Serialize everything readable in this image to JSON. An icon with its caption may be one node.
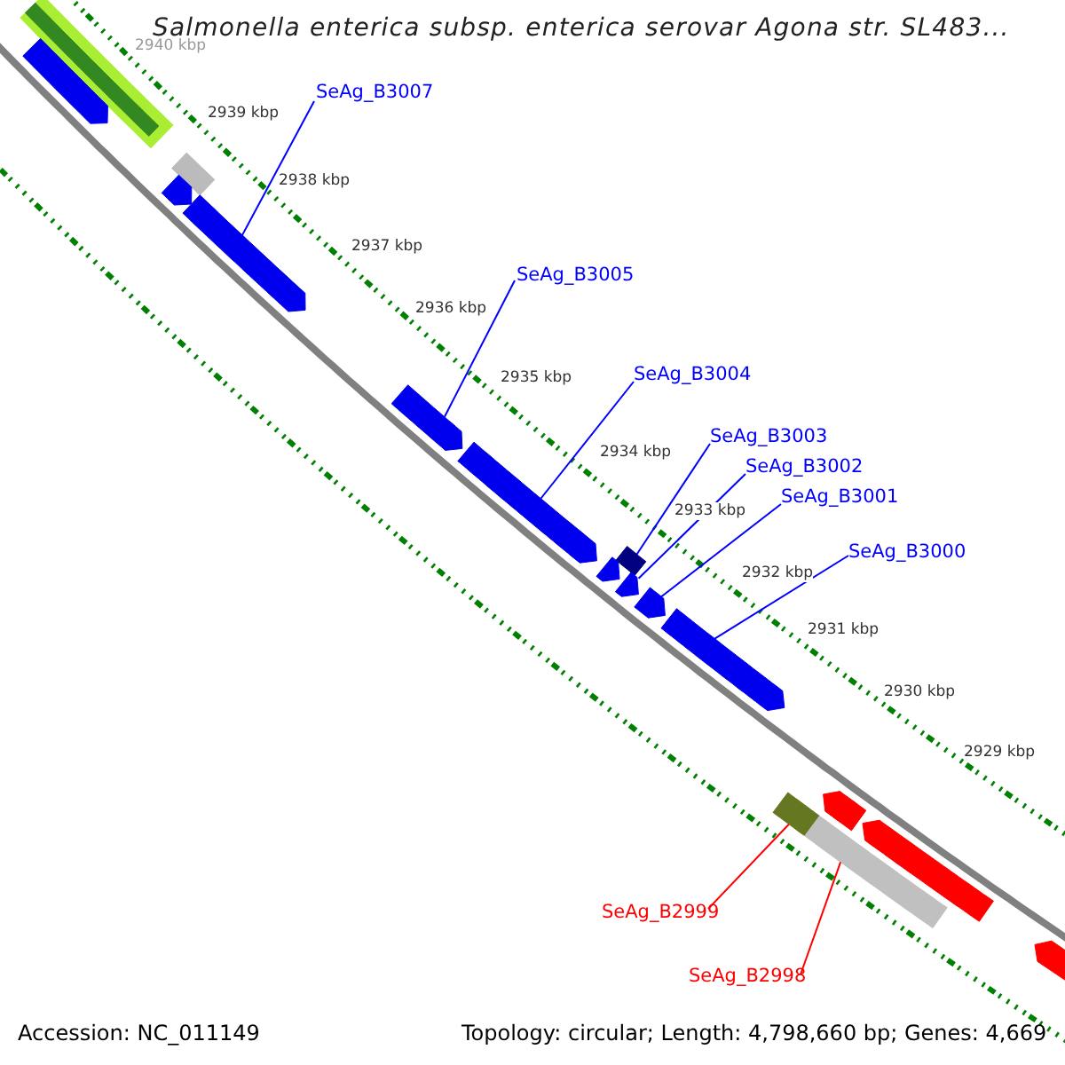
{
  "diagram": {
    "title": "Salmonella enterica subsp. enterica serovar Agona str. SL483...",
    "nodes": [
      {
        "text": [
          "SeAg_B3007"
        ]
      },
      {
        "text": [
          "SeAg_B3005"
        ]
      },
      {
        "text": [
          "SeAg_B3004"
        ]
      },
      {
        "text": [
          "SeAg_B3003"
        ]
      },
      {
        "text": [
          "SeAg_B3002"
        ]
      },
      {
        "text": [
          "SeAg_B3001"
        ]
      },
      {
        "text": [
          "SeAg_B3000"
        ]
      },
      {
        "text": [
          "SeAg_B2999"
        ]
      },
      {
        "text": [
          "SeAg_B2998"
        ]
      },
      {
        "text": [],
        "shape": "bar"
      },
      {
        "text": [],
        "shape": "bar",
        "in": 9
      },
      {
        "text": [],
        "shape": "arrow"
      },
      {
        "text": [],
        "shape": "bar"
      },
      {
        "text": [],
        "shape": "arrow"
      },
      {
        "text": [],
        "shape": "arrow"
      },
      {
        "text": [],
        "shape": "arrow"
      },
      {
        "text": [],
        "shape": "arrow"
      },
      {
        "text": [],
        "shape": "bar"
      },
      {
        "text": [],
        "shape": "arrow"
      },
      {
        "text": [],
        "shape": "arrow"
      },
      {
        "text": [],
        "shape": "arrow"
      },
      {
        "text": [],
        "shape": "arrow"
      },
      {
        "text": [],
        "shape": "arrow"
      },
      {
        "text": [],
        "shape": "bar"
      },
      {
        "text": [],
        "shape": "bar"
      },
      {
        "text": [],
        "shape": "arrow"
      },
      {
        "text": [],
        "shape": "arrow"
      }
    ],
    "edges": [
      {
        "from": 0,
        "to": 14,
        "arrow": "none"
      },
      {
        "from": 1,
        "to": 15,
        "arrow": "none"
      },
      {
        "from": 2,
        "to": 16,
        "arrow": "none"
      },
      {
        "from": 3,
        "to": 17,
        "arrow": "none"
      },
      {
        "from": 4,
        "to": 19,
        "arrow": "none"
      },
      {
        "from": 5,
        "to": 20,
        "arrow": "none"
      },
      {
        "from": 6,
        "to": 21,
        "arrow": "none"
      },
      {
        "from": 7,
        "to": 23,
        "arrow": "none",
        "color": "#ff0000"
      },
      {
        "from": 8,
        "to": 24,
        "arrow": "none",
        "color": "#ff0000"
      }
    ],
    "labels": [
      "2940 kbp",
      "2939 kbp",
      "2938 kbp",
      "2937 kbp",
      "2936 kbp",
      "2935 kbp",
      "2934 kbp",
      "2933 kbp",
      "2932 kbp",
      "2931 kbp",
      "2930 kbp",
      "2929 kbp",
      "Accession: NC_011149",
      "Topology: circular; Length: 4,798,660 bp; Genes: 4,669"
    ]
  }
}
